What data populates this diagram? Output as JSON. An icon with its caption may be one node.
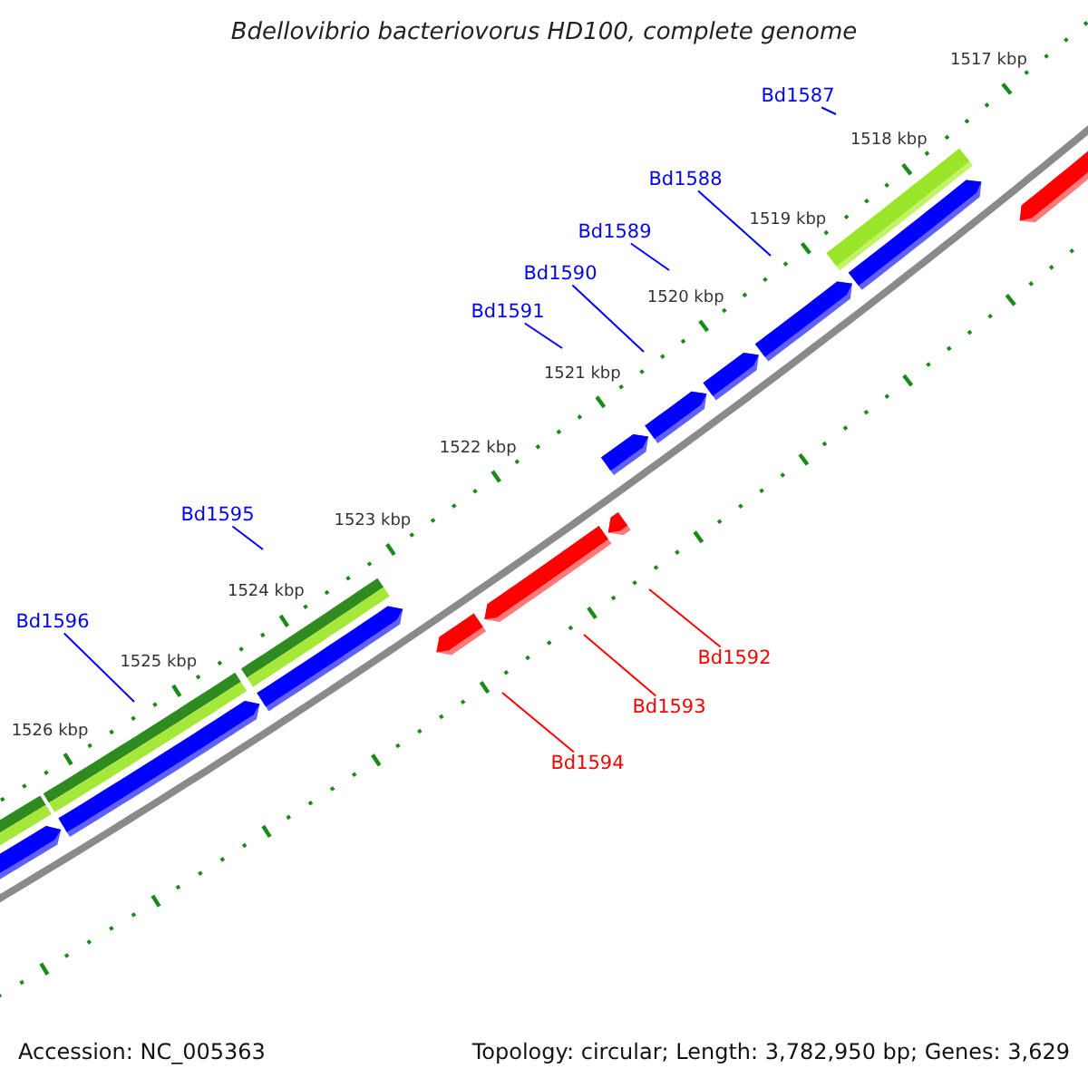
{
  "diagram": {
    "title": "Bdellovibrio bacteriovorus HD100, complete genome",
    "nodes": [
      {
        "text": [
          "Bd1587"
        ]
      },
      {
        "text": [
          "Bd1588"
        ]
      },
      {
        "text": [
          "Bd1589"
        ]
      },
      {
        "text": [
          "Bd1590"
        ]
      },
      {
        "text": [
          "Bd1591"
        ]
      },
      {
        "text": [
          "Bd1595"
        ]
      },
      {
        "text": [
          "Bd1596"
        ]
      },
      {
        "text": [
          "Bd1592"
        ]
      },
      {
        "text": [
          "Bd1593"
        ]
      },
      {
        "text": [
          "Bd1594"
        ]
      }
    ],
    "edges": [
      {
        "from": 0,
        "to": null,
        "arrow": "none"
      },
      {
        "from": 1,
        "to": null,
        "arrow": "none"
      },
      {
        "from": 2,
        "to": null,
        "arrow": "none"
      },
      {
        "from": 3,
        "to": null,
        "arrow": "none"
      },
      {
        "from": 4,
        "to": null,
        "arrow": "none"
      },
      {
        "from": 5,
        "to": null,
        "arrow": "none"
      },
      {
        "from": 6,
        "to": null,
        "arrow": "none"
      },
      {
        "from": 7,
        "to": null,
        "arrow": "none",
        "color": "#ff0000"
      },
      {
        "from": 8,
        "to": null,
        "arrow": "none",
        "color": "#ff0000"
      },
      {
        "from": 9,
        "to": null,
        "arrow": "none",
        "color": "#ff0000"
      }
    ],
    "labels": [
      "1517 kbp",
      "1518 kbp",
      "1519 kbp",
      "1520 kbp",
      "1521 kbp",
      "1522 kbp",
      "1523 kbp",
      "1524 kbp",
      "1525 kbp",
      "1526 kbp",
      "Accession: NC_005363",
      "Topology: circular; Length: 3,782,950 bp; Genes: 3,629"
    ]
  }
}
